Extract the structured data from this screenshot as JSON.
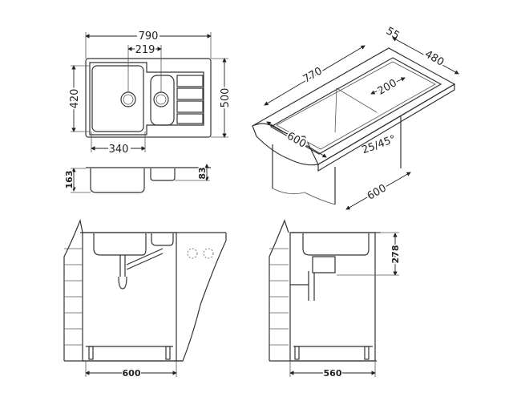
{
  "top_view": {
    "width": "790",
    "drain_spacing": "219",
    "bowl_depth": "420",
    "depth": "500",
    "bowl_width": "340"
  },
  "side_view": {
    "height": "163",
    "small_bowl_height": "83"
  },
  "isometric": {
    "overhang": "55",
    "depth": "480",
    "length": "770",
    "offset": "200",
    "front": "600",
    "angle": "25/45°",
    "cabinet": "600"
  },
  "elevation_front": {
    "cabinet_width": "600"
  },
  "elevation_side": {
    "cabinet_width": "560",
    "height": "278"
  }
}
